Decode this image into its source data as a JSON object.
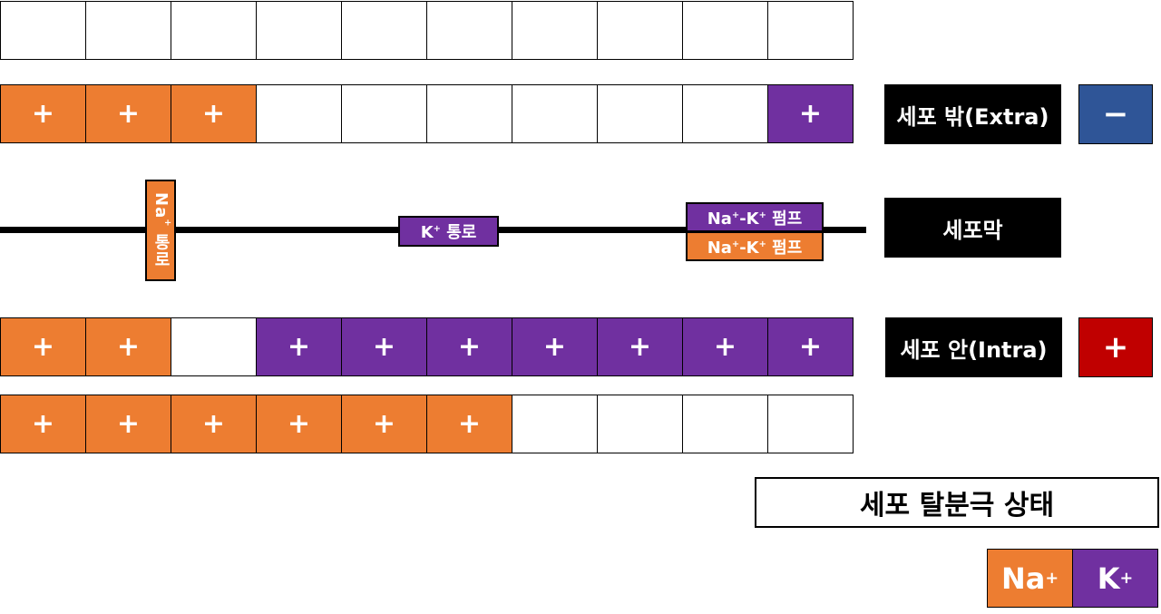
{
  "colors": {
    "na": "#ED7D31",
    "k": "#7030A0",
    "empty": "#FFFFFF",
    "negative": "#2F5597",
    "positive": "#C00000",
    "label_bg": "#000000"
  },
  "rows": [
    {
      "cells": [
        "empty",
        "empty",
        "empty",
        "empty",
        "empty",
        "empty",
        "empty",
        "empty",
        "empty",
        "empty"
      ]
    },
    {
      "cells": [
        "na",
        "na",
        "na",
        "empty",
        "empty",
        "empty",
        "empty",
        "empty",
        "empty",
        "k"
      ]
    },
    {
      "cells": [
        "na",
        "na",
        "empty",
        "k",
        "k",
        "k",
        "k",
        "k",
        "k",
        "k"
      ]
    },
    {
      "cells": [
        "na",
        "na",
        "na",
        "na",
        "na",
        "na",
        "empty",
        "empty",
        "empty",
        "empty"
      ]
    }
  ],
  "plus": "+",
  "labels": {
    "extra": "세포 밖(Extra)",
    "membrane": "세포막",
    "intra": "세포 안(Intra)"
  },
  "signs": {
    "extra": "−",
    "intra": "+"
  },
  "channels": {
    "na_channel": {
      "base": "Na",
      "sup": "+",
      "rest": " 통로"
    },
    "k_channel": {
      "base": "K",
      "sup": "+",
      "rest": " 통로"
    },
    "pump_top": {
      "a": "Na",
      "sup1": "+",
      "b": "-K",
      "sup2": "+",
      "c": " 펌프"
    },
    "pump_bottom": {
      "a": "Na",
      "sup1": "+",
      "b": "-K",
      "sup2": "+",
      "c": " 펌프"
    }
  },
  "title": "세포 탈분극 상태",
  "legend": {
    "na": {
      "base": "Na",
      "sup": "+"
    },
    "k": {
      "base": "K",
      "sup": "+"
    }
  }
}
